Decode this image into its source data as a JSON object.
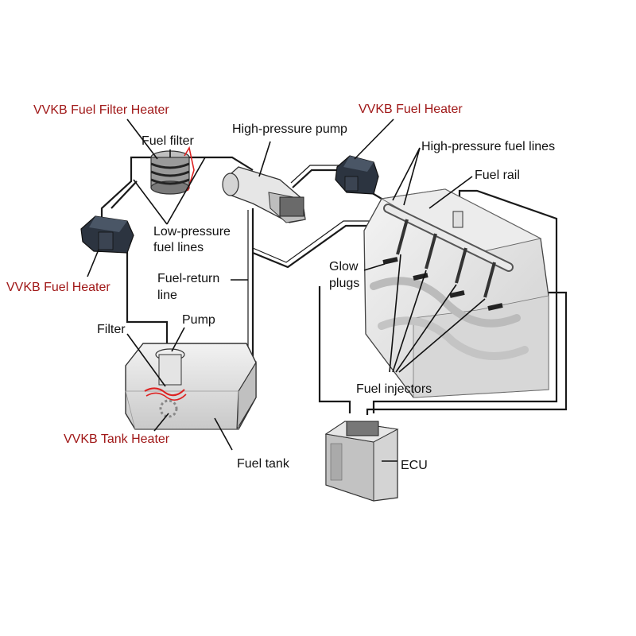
{
  "colors": {
    "red_label": "#a01818",
    "black_label": "#111111",
    "line": "#1a1a1a",
    "component_fill": "#d9d9d9",
    "heater_fill": "#2c3440"
  },
  "labels": {
    "vvkb_filter_heater": "VVKB Fuel Filter Heater",
    "fuel_filter": "Fuel filter",
    "high_pressure_pump": "High-pressure pump",
    "vvkb_fuel_heater_top": "VVKB Fuel Heater",
    "high_pressure_lines": "High-pressure fuel lines",
    "fuel_rail": "Fuel rail",
    "low_pressure_1": "Low-pressure",
    "low_pressure_2": "fuel lines",
    "glow_1": "Glow",
    "glow_2": "plugs",
    "vvkb_fuel_heater_left": "VVKB Fuel Heater",
    "fuel_return_1": "Fuel-return",
    "fuel_return_2": "line",
    "filter": "Filter",
    "pump": "Pump",
    "fuel_injectors": "Fuel injectors",
    "vvkb_tank_heater": "VVKB Tank Heater",
    "fuel_tank": "Fuel tank",
    "ecu": "ECU"
  }
}
